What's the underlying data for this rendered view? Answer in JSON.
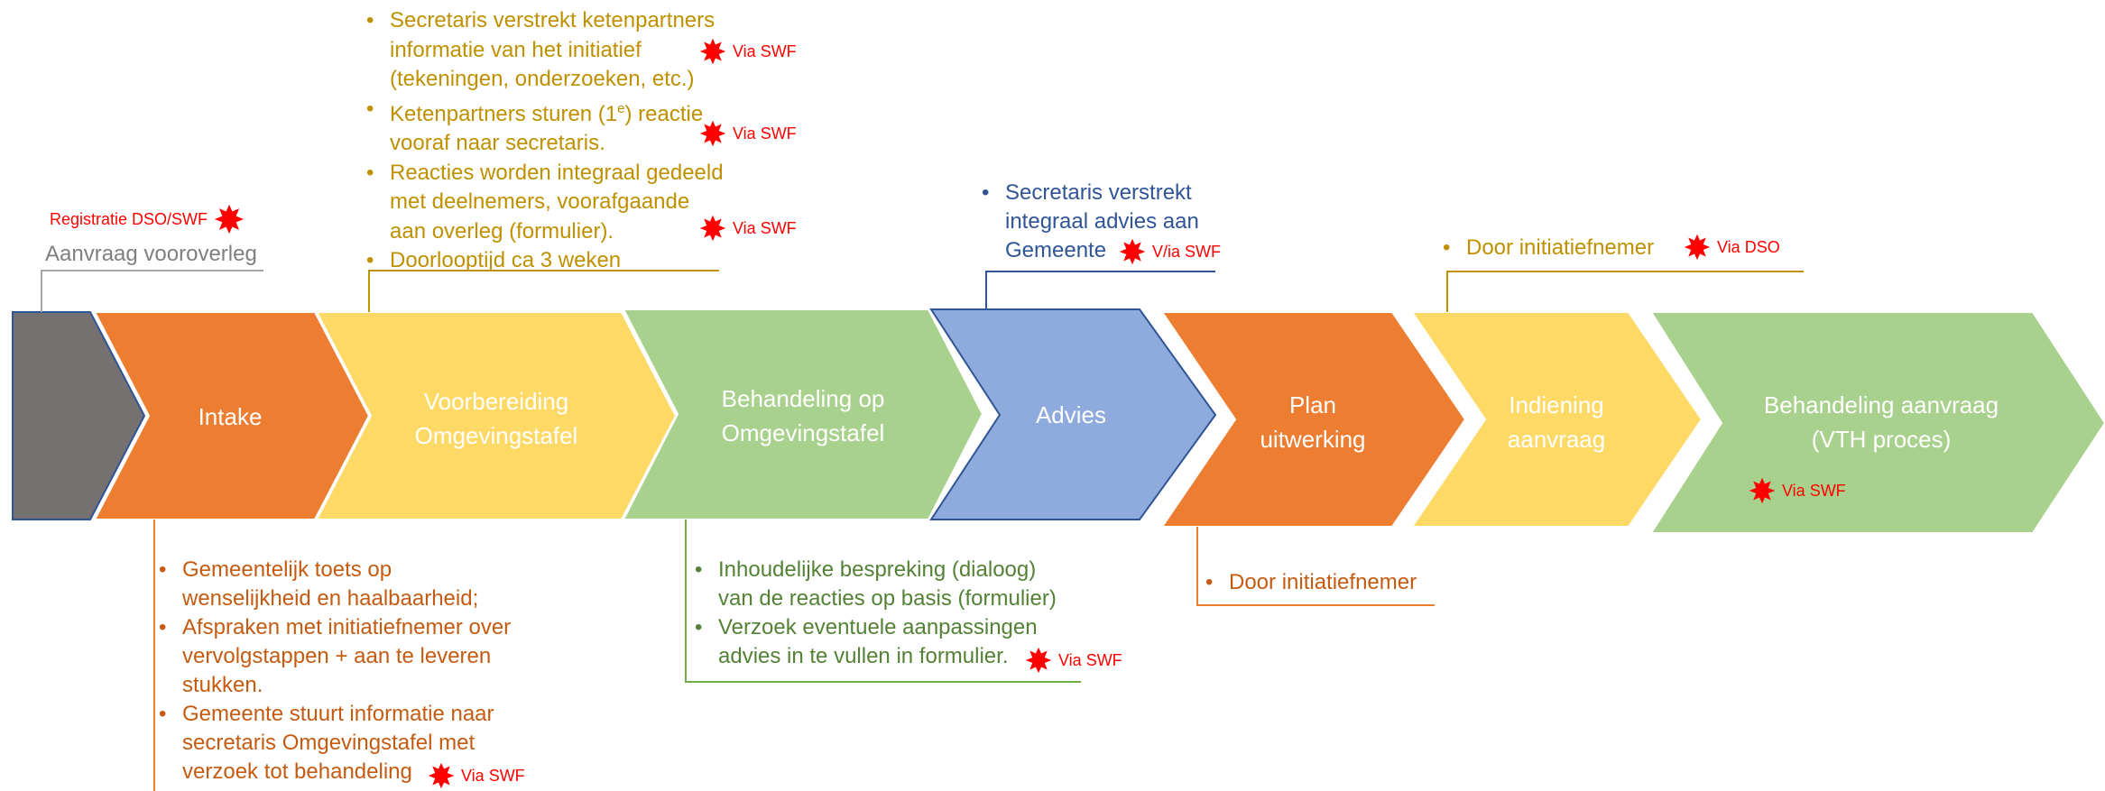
{
  "colors": {
    "gray": "#767171",
    "orange": "#ED7D31",
    "yellow": "#FFD966",
    "green": "#A9D18E",
    "blue": "#8FAADC",
    "text_gold": "#BF9000",
    "text_orange": "#C55A11",
    "text_green": "#538135",
    "text_blue": "#2F5597",
    "star_red": "#FF0000"
  },
  "steps": {
    "intake": "Intake",
    "voorbereiding_l1": "Voorbereiding",
    "voorbereiding_l2": "Omgevingstafel",
    "behandeling_l1": "Behandeling op",
    "behandeling_l2": "Omgevingstafel",
    "advies": "Advies",
    "plan_l1": "Plan",
    "plan_l2": "uitwerking",
    "indiening_l1": "Indiening",
    "indiening_l2": "aanvraag",
    "vth_l1": "Behandeling  aanvraag",
    "vth_l2": "(VTH proces)"
  },
  "gray_step": {
    "tag": "Registratie DSO/SWF",
    "label": "Aanvraag vooroverleg"
  },
  "voorbereiding_notes": {
    "b1_l1": "Secretaris verstrekt ketenpartners",
    "b1_l2": "informatie van het initiatief",
    "b1_l3": "(tekeningen, onderzoeken, etc.)",
    "b2_l1_pre": "Ketenpartners sturen (1",
    "b2_l1_sup": "e",
    "b2_l1_post": ") reactie",
    "b2_l2": "vooraf naar secretaris.",
    "b3_l1": "Reacties worden integraal gedeeld",
    "b3_l2": "met deelnemers, voorafgaande",
    "b3_l3": "aan overleg (formulier).",
    "b4_l1": "Doorlooptijd ca 3 weken",
    "swf1": "Via SWF",
    "swf2": "Via SWF",
    "swf3": "Via SWF"
  },
  "advies_notes": {
    "l1": "Secretaris verstrekt",
    "l2": "integraal advies aan",
    "l3": "Gemeente",
    "swf": "V/ia SWF"
  },
  "indiening_notes": {
    "l1": "Door initiatiefnemer",
    "dso": "Via DSO"
  },
  "intake_notes": {
    "b1_l1": "Gemeentelijk toets op",
    "b1_l2": "wenselijkheid en haalbaarheid;",
    "b2_l1": "Afspraken met initiatiefnemer  over",
    "b2_l2": "vervolgstappen + aan te leveren",
    "b2_l3": "stukken.",
    "b3_l1": "Gemeente stuurt informatie naar",
    "b3_l2": "secretaris Omgevingstafel met",
    "b3_l3": "verzoek tot behandeling",
    "swf": "Via SWF"
  },
  "behandeling_notes": {
    "b1_l1": "Inhoudelijke bespreking (dialoog)",
    "b1_l2": "van de reacties op basis (formulier)",
    "b2_l1": "Verzoek eventuele aanpassingen",
    "b2_l2": "advies in te vullen in formulier.",
    "swf": "Via SWF"
  },
  "plan_notes": {
    "l1": "Door initiatiefnemer"
  },
  "vth_swf": "Via SWF"
}
